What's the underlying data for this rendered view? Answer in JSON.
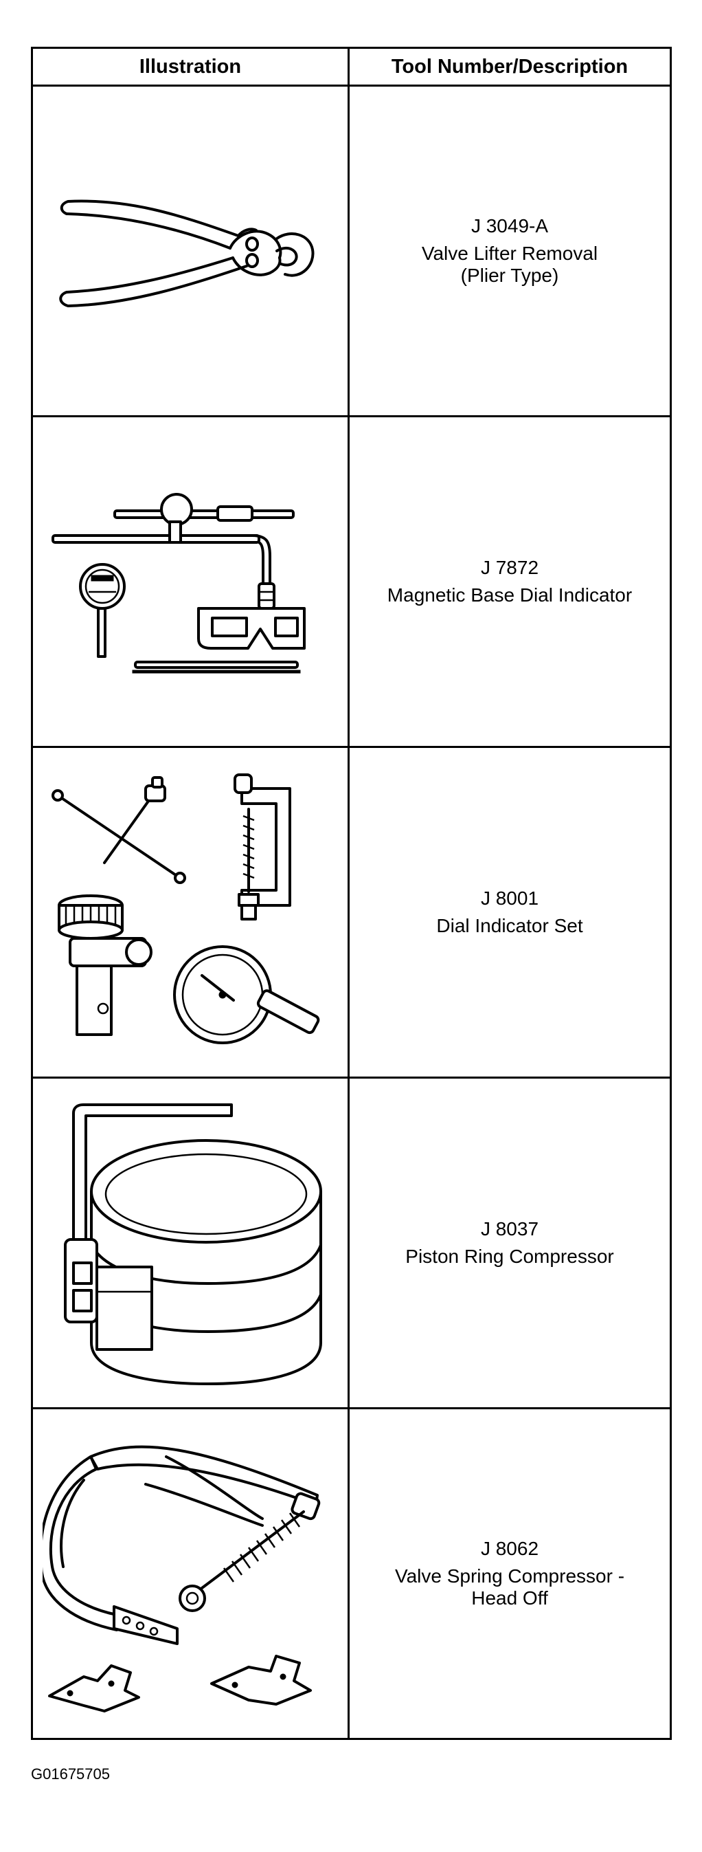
{
  "table": {
    "headers": {
      "illustration": "Illustration",
      "description": "Tool Number/Description"
    },
    "rows": [
      {
        "tool_number": "J 3049-A",
        "description": "Valve Lifter Removal\n(Plier Type)",
        "icon": "pliers-icon"
      },
      {
        "tool_number": "J 7872",
        "description": "Magnetic Base Dial Indicator",
        "icon": "magnetic-base-dial-indicator-icon"
      },
      {
        "tool_number": "J 8001",
        "description": "Dial Indicator Set",
        "icon": "dial-indicator-set-icon"
      },
      {
        "tool_number": "J 8037",
        "description": "Piston Ring Compressor",
        "icon": "piston-ring-compressor-icon"
      },
      {
        "tool_number": "J 8062",
        "description": "Valve Spring Compressor -\nHead Off",
        "icon": "valve-spring-compressor-icon"
      }
    ]
  },
  "figure_id": "G01675705"
}
